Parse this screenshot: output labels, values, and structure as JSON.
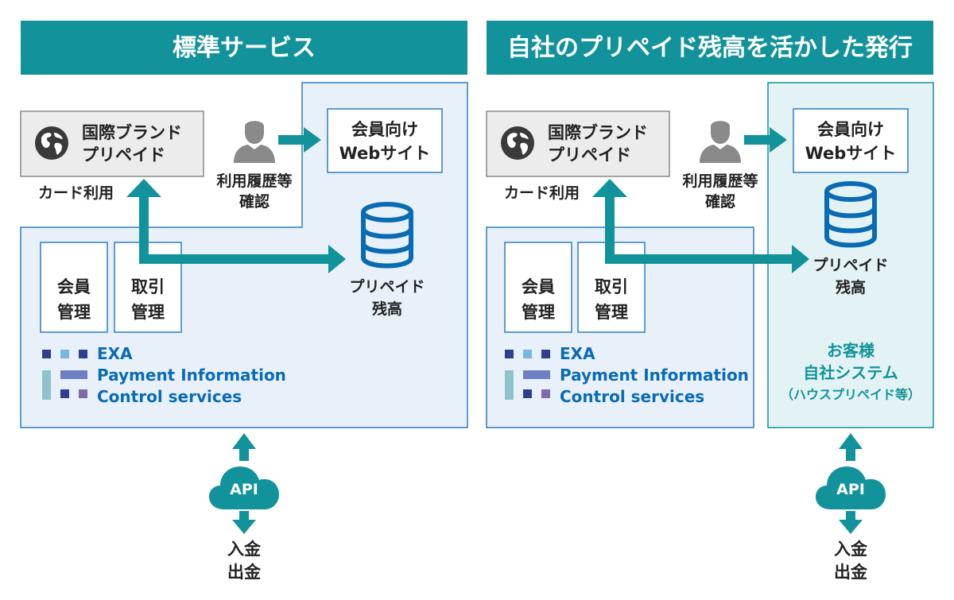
{
  "left": {
    "header": "標準サービス",
    "brand": [
      "国際ブランド",
      "プリペイド"
    ],
    "card_use": "カード利用",
    "history": [
      "利用履歴等",
      "確認"
    ],
    "website": [
      "会員向け",
      "Webサイト"
    ],
    "member_mgmt": [
      "会員",
      "管理"
    ],
    "txn_mgmt": [
      "取引",
      "管理"
    ],
    "exa": [
      "EXA",
      "Payment Information",
      "Control services"
    ],
    "balance": [
      "プリペイド",
      "残高"
    ],
    "api": "API",
    "cash": [
      "入金",
      "出金"
    ]
  },
  "right": {
    "header": "自社のプリペイド残高を活かした発行",
    "brand": [
      "国際ブランド",
      "プリペイド"
    ],
    "card_use": "カード利用",
    "history": [
      "利用履歴等",
      "確認"
    ],
    "website": [
      "会員向け",
      "Webサイト"
    ],
    "member_mgmt": [
      "会員",
      "管理"
    ],
    "txn_mgmt": [
      "取引",
      "管理"
    ],
    "exa": [
      "EXA",
      "Payment Information",
      "Control services"
    ],
    "balance": [
      "プリペイド",
      "残高"
    ],
    "customer_system": [
      "お客様",
      "自社システム",
      "（ハウスプリペイド等）"
    ],
    "api": "API",
    "cash": [
      "入金",
      "出金"
    ]
  },
  "colors": {
    "teal": "#12939b",
    "blue": "#0a6bb5",
    "panel_fill": "#e8f1fa",
    "panel_stroke": "#2a7dc4",
    "customer_fill": "#e3f3f5",
    "navy": "#2d3f8e"
  }
}
